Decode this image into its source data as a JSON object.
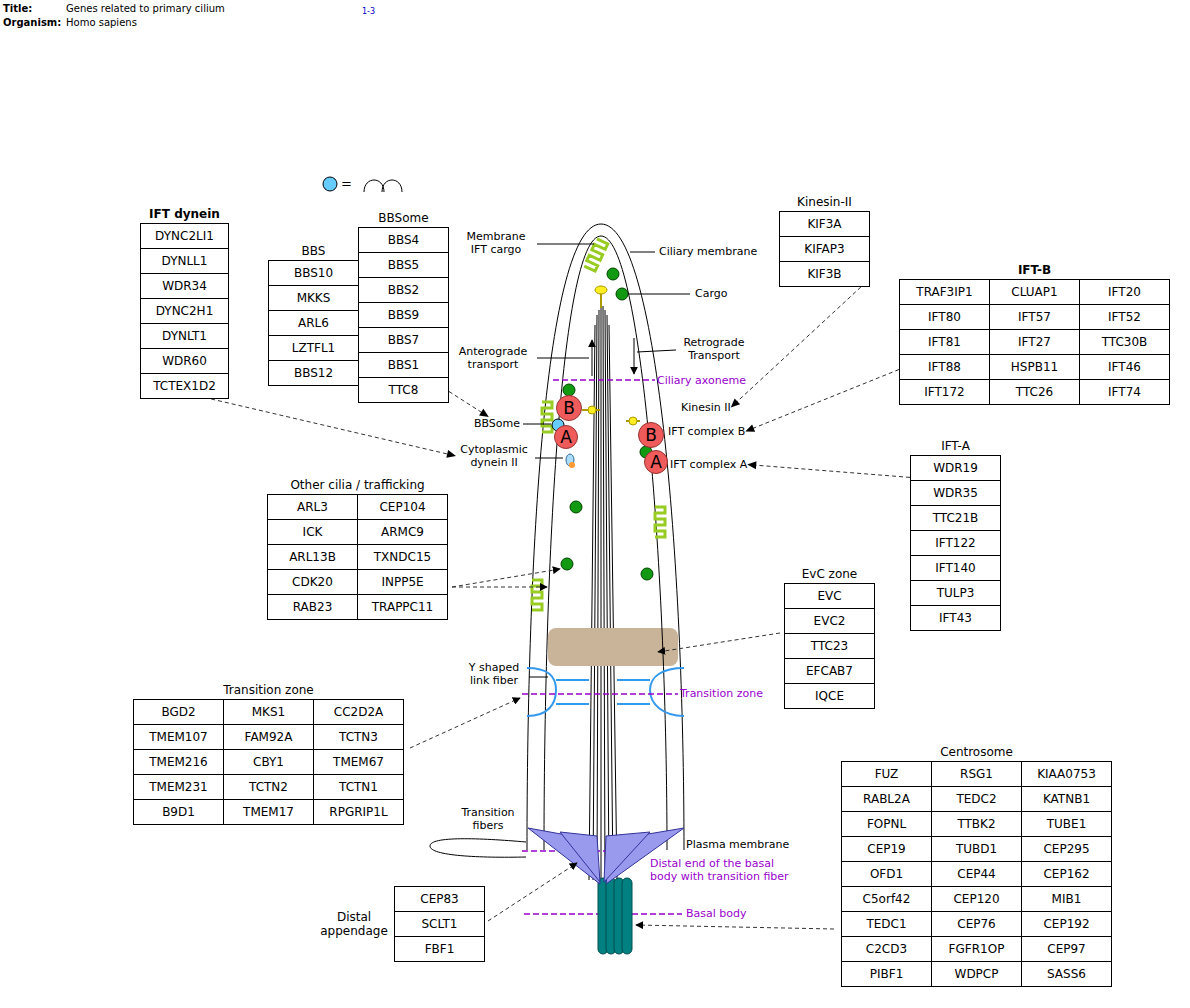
{
  "diagram": {
    "title": "Genes related to primary cilium",
    "nodes": [
      {
        "text": [
          "IFT dynein"
        ]
      },
      {
        "text": [
          "DYNC2LI1"
        ],
        "in": 0
      },
      {
        "text": [
          "DYNLL1"
        ],
        "in": 0
      },
      {
        "text": [
          "WDR34"
        ],
        "in": 0
      },
      {
        "text": [
          "DYNC2H1"
        ],
        "in": 0
      },
      {
        "text": [
          "DYNLT1"
        ],
        "in": 0
      },
      {
        "text": [
          "WDR60"
        ],
        "in": 0
      },
      {
        "text": [
          "TCTEX1D2"
        ],
        "in": 0
      },
      {
        "text": [
          "BBS"
        ]
      },
      {
        "text": [
          "BBS10"
        ],
        "in": 8
      },
      {
        "text": [
          "MKKS"
        ],
        "in": 8
      },
      {
        "text": [
          "ARL6"
        ],
        "in": 8
      },
      {
        "text": [
          "LZTFL1"
        ],
        "in": 8
      },
      {
        "text": [
          "BBS12"
        ],
        "in": 8
      },
      {
        "text": [
          "BBSome"
        ]
      },
      {
        "text": [
          "BBS4"
        ],
        "in": 14
      },
      {
        "text": [
          "BBS5"
        ],
        "in": 14
      },
      {
        "text": [
          "BBS2"
        ],
        "in": 14
      },
      {
        "text": [
          "BBS9"
        ],
        "in": 14
      },
      {
        "text": [
          "BBS7"
        ],
        "in": 14
      },
      {
        "text": [
          "BBS1"
        ],
        "in": 14
      },
      {
        "text": [
          "TTC8"
        ],
        "in": 14
      },
      {
        "text": [
          "Kinesin-II"
        ]
      },
      {
        "text": [
          "KIF3A"
        ],
        "in": 22
      },
      {
        "text": [
          "KIFAP3"
        ],
        "in": 22
      },
      {
        "text": [
          "KIF3B"
        ],
        "in": 22
      },
      {
        "text": [
          "IFT-B"
        ]
      },
      {
        "text": [
          "TRAF3IP1"
        ],
        "in": 26
      },
      {
        "text": [
          "CLUAP1"
        ],
        "in": 26
      },
      {
        "text": [
          "IFT20"
        ],
        "in": 26
      },
      {
        "text": [
          "IFT80"
        ],
        "in": 26
      },
      {
        "text": [
          "IFT57"
        ],
        "in": 26
      },
      {
        "text": [
          "IFT52"
        ],
        "in": 26
      },
      {
        "text": [
          "IFT81"
        ],
        "in": 26
      },
      {
        "text": [
          "IFT27"
        ],
        "in": 26
      },
      {
        "text": [
          "TTC30B"
        ],
        "in": 26
      },
      {
        "text": [
          "IFT88"
        ],
        "in": 26
      },
      {
        "text": [
          "HSPB11"
        ],
        "in": 26
      },
      {
        "text": [
          "IFT46"
        ],
        "in": 26
      },
      {
        "text": [
          "IFT172"
        ],
        "in": 26
      },
      {
        "text": [
          "TTC26"
        ],
        "in": 26
      },
      {
        "text": [
          "IFT74"
        ],
        "in": 26
      },
      {
        "text": [
          "IFT-A"
        ]
      },
      {
        "text": [
          "WDR19"
        ],
        "in": 42
      },
      {
        "text": [
          "WDR35"
        ],
        "in": 42
      },
      {
        "text": [
          "TTC21B"
        ],
        "in": 42
      },
      {
        "text": [
          "IFT122"
        ],
        "in": 42
      },
      {
        "text": [
          "IFT140"
        ],
        "in": 42
      },
      {
        "text": [
          "TULP3"
        ],
        "in": 42
      },
      {
        "text": [
          "IFT43"
        ],
        "in": 42
      },
      {
        "text": [
          "Other cilia / trafficking"
        ]
      },
      {
        "text": [
          "ARL3"
        ],
        "in": 50
      },
      {
        "text": [
          "CEP104"
        ],
        "in": 50
      },
      {
        "text": [
          "ICK"
        ],
        "in": 50
      },
      {
        "text": [
          "ARMC9"
        ],
        "in": 50
      },
      {
        "text": [
          "ARL13B"
        ],
        "in": 50
      },
      {
        "text": [
          "TXNDC15"
        ],
        "in": 50
      },
      {
        "text": [
          "CDK20"
        ],
        "in": 50
      },
      {
        "text": [
          "INPP5E"
        ],
        "in": 50
      },
      {
        "text": [
          "RAB23"
        ],
        "in": 50
      },
      {
        "text": [
          "TRAPPC11"
        ],
        "in": 50
      },
      {
        "text": [
          "EvC zone"
        ]
      },
      {
        "text": [
          "EVC"
        ],
        "in": 61
      },
      {
        "text": [
          "EVC2"
        ],
        "in": 61
      },
      {
        "text": [
          "TTC23"
        ],
        "in": 61
      },
      {
        "text": [
          "EFCAB7"
        ],
        "in": 61
      },
      {
        "text": [
          "IQCE"
        ],
        "in": 61
      },
      {
        "text": [
          "Transition zone"
        ]
      },
      {
        "text": [
          "BGD2"
        ],
        "in": 67
      },
      {
        "text": [
          "MKS1"
        ],
        "in": 67
      },
      {
        "text": [
          "CC2D2A"
        ],
        "in": 67
      },
      {
        "text": [
          "TMEM107"
        ],
        "in": 67
      },
      {
        "text": [
          "FAM92A"
        ],
        "in": 67
      },
      {
        "text": [
          "TCTN3"
        ],
        "in": 67
      },
      {
        "text": [
          "TMEM216"
        ],
        "in": 67
      },
      {
        "text": [
          "CBY1"
        ],
        "in": 67
      },
      {
        "text": [
          "TMEM67"
        ],
        "in": 67
      },
      {
        "text": [
          "TMEM231"
        ],
        "in": 67
      },
      {
        "text": [
          "TCTN2"
        ],
        "in": 67
      },
      {
        "text": [
          "TCTN1"
        ],
        "in": 67
      },
      {
        "text": [
          "B9D1"
        ],
        "in": 67
      },
      {
        "text": [
          "TMEM17"
        ],
        "in": 67
      },
      {
        "text": [
          "RPGRIP1L"
        ],
        "in": 67
      },
      {
        "text": [
          "Centrosome"
        ]
      },
      {
        "text": [
          "FUZ"
        ],
        "in": 83
      },
      {
        "text": [
          "RSG1"
        ],
        "in": 83
      },
      {
        "text": [
          "KIAA0753"
        ],
        "in": 83
      },
      {
        "text": [
          "RABL2A"
        ],
        "in": 83
      },
      {
        "text": [
          "TEDC2"
        ],
        "in": 83
      },
      {
        "text": [
          "KATNB1"
        ],
        "in": 83
      },
      {
        "text": [
          "FOPNL"
        ],
        "in": 83
      },
      {
        "text": [
          "TTBK2"
        ],
        "in": 83
      },
      {
        "text": [
          "TUBE1"
        ],
        "in": 83
      },
      {
        "text": [
          "CEP19"
        ],
        "in": 83
      },
      {
        "text": [
          "TUBD1"
        ],
        "in": 83
      },
      {
        "text": [
          "CEP295"
        ],
        "in": 83
      },
      {
        "text": [
          "OFD1"
        ],
        "in": 83
      },
      {
        "text": [
          "CEP44"
        ],
        "in": 83
      },
      {
        "text": [
          "CEP162"
        ],
        "in": 83
      },
      {
        "text": [
          "C5orf42"
        ],
        "in": 83
      },
      {
        "text": [
          "CEP120"
        ],
        "in": 83
      },
      {
        "text": [
          "MIB1"
        ],
        "in": 83
      },
      {
        "text": [
          "TEDC1"
        ],
        "in": 83
      },
      {
        "text": [
          "CEP76"
        ],
        "in": 83
      },
      {
        "text": [
          "CEP192"
        ],
        "in": 83
      },
      {
        "text": [
          "C2CD3"
        ],
        "in": 83
      },
      {
        "text": [
          "FGFR1OP"
        ],
        "in": 83
      },
      {
        "text": [
          "CEP97"
        ],
        "in": 83
      },
      {
        "text": [
          "PIBF1"
        ],
        "in": 83
      },
      {
        "text": [
          "WDPCP"
        ],
        "in": 83
      },
      {
        "text": [
          "SASS6"
        ],
        "in": 83
      },
      {
        "text": [
          "Distal appendage"
        ]
      },
      {
        "text": [
          "CEP83"
        ],
        "in": 111
      },
      {
        "text": [
          "SCLT1"
        ],
        "in": 111
      },
      {
        "text": [
          "FBF1"
        ],
        "in": 111
      },
      {
        "text": [
          "BBSome"
        ]
      },
      {
        "text": [
          "Cytoplasmic dynein II"
        ]
      },
      {
        "text": [
          "Kinesin II"
        ]
      },
      {
        "text": [
          "IFT complex B"
        ]
      },
      {
        "text": [
          "IFT complex A"
        ]
      },
      {
        "text": [
          "B"
        ]
      },
      {
        "text": [
          "A"
        ]
      },
      {
        "text": [
          "B"
        ]
      },
      {
        "text": [
          "A"
        ]
      }
    ],
    "edges": [
      {
        "from": 0,
        "to": 116,
        "arrow": "to"
      },
      {
        "from": 14,
        "to": 115,
        "arrow": "to"
      },
      {
        "from": 22,
        "to": 117,
        "arrow": "to"
      },
      {
        "from": 26,
        "to": 118,
        "arrow": "to"
      },
      {
        "from": 42,
        "to": 119,
        "arrow": "to"
      }
    ],
    "labels": [
      "Title:",
      "Organism:",
      "Homo sapiens",
      "1-3",
      "=",
      "Membrane IFT cargo",
      "Ciliary membrane",
      "Cargo",
      "Anterograde transport",
      "Retrograde Transport",
      "Ciliary axoneme",
      "Y shaped link fiber",
      "Transition zone",
      "Transition fibers",
      "Plasma membrane",
      "Distal end of the basal body with transition fiber",
      "Basal body"
    ]
  }
}
